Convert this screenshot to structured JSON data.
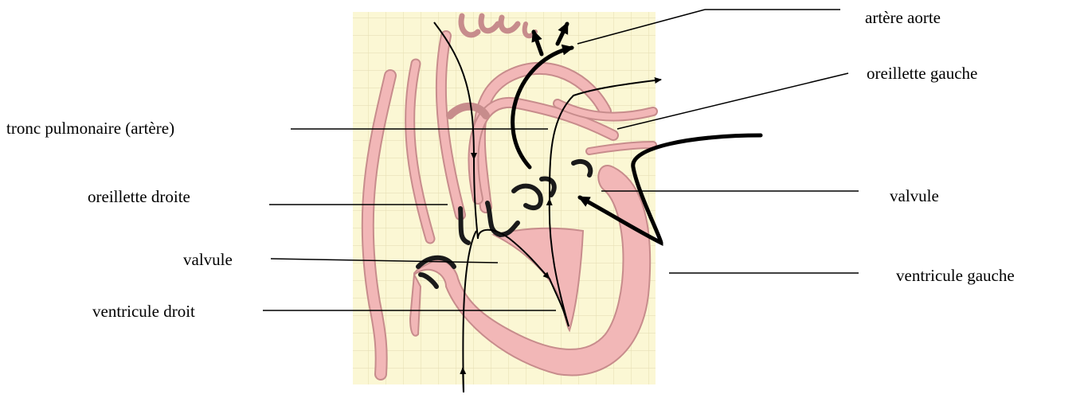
{
  "diagram": {
    "labels": {
      "aorta": "artère aorte",
      "left_atrium": "oreillette gauche",
      "pulmonary_trunk": "tronc pulmonaire (artère)",
      "right_atrium": "oreillette droite",
      "left_valve": "valvule",
      "right_valve": "valvule",
      "left_ventricle": "ventricule gauche",
      "right_ventricle": "ventricule droit"
    },
    "colors": {
      "background_panel": "#fbf7d4",
      "grid": "#e7e0b6",
      "tissue_fill": "#f2b7b7",
      "tissue_stroke": "#c78c8c",
      "valve": "#1a1a1a",
      "lines": "#000000"
    }
  }
}
